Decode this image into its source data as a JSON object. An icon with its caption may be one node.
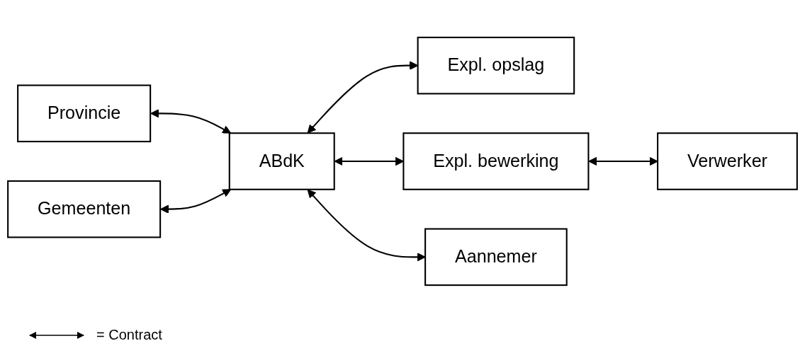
{
  "diagram": {
    "nodes": [
      {
        "text": [
          "Provincie"
        ]
      },
      {
        "text": [
          "Gemeenten"
        ]
      },
      {
        "text": [
          "ABdK"
        ]
      },
      {
        "text": [
          "Expl. opslag"
        ]
      },
      {
        "text": [
          "Expl. bewerking"
        ]
      },
      {
        "text": [
          "Verwerker"
        ]
      },
      {
        "text": [
          "Aannemer"
        ]
      }
    ],
    "edges": [
      {
        "from": 0,
        "to": 2,
        "arrow": "both"
      },
      {
        "from": 1,
        "to": 2,
        "arrow": "both"
      },
      {
        "from": 2,
        "to": 3,
        "arrow": "both"
      },
      {
        "from": 2,
        "to": 4,
        "arrow": "both"
      },
      {
        "from": 4,
        "to": 5,
        "arrow": "both"
      },
      {
        "from": 2,
        "to": 6,
        "arrow": "both"
      }
    ],
    "legend": [
      {
        "text": "= Contract"
      }
    ]
  }
}
